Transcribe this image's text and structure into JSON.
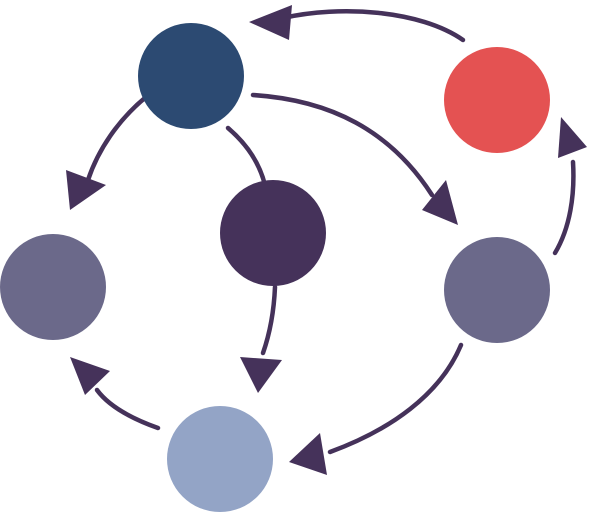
{
  "diagram": {
    "nodes": [
      {
        "id": "top",
        "color": "#2c4a72"
      },
      {
        "id": "top-right",
        "color": "#e45252"
      },
      {
        "id": "center",
        "color": "#45325a"
      },
      {
        "id": "left",
        "color": "#6b698a"
      },
      {
        "id": "right",
        "color": "#6b698a"
      },
      {
        "id": "bottom",
        "color": "#93a4c6"
      }
    ],
    "edges": [
      {
        "from": "top-right",
        "to": "top"
      },
      {
        "from": "top",
        "to": "left"
      },
      {
        "from": "top",
        "to": "right"
      },
      {
        "from": "top",
        "to": "center"
      },
      {
        "from": "center",
        "to": "bottom"
      },
      {
        "from": "right",
        "to": "top-right"
      },
      {
        "from": "right",
        "to": "bottom"
      },
      {
        "from": "bottom",
        "to": "left"
      }
    ],
    "edge_color": "#45325a"
  }
}
